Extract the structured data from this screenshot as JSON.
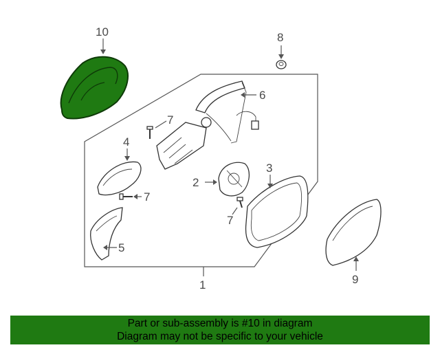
{
  "callouts": {
    "c1": "1",
    "c2": "2",
    "c3": "3",
    "c4": "4",
    "c5": "5",
    "c6": "6",
    "c7a": "7",
    "c7b": "7",
    "c7c": "7",
    "c8": "8",
    "c9": "9",
    "c10": "10"
  },
  "highlight_color": "#1f7a12",
  "banner": {
    "line1": "Part or sub-assembly is #10 in diagram",
    "line2": "Diagram may not be specific to your vehicle"
  }
}
